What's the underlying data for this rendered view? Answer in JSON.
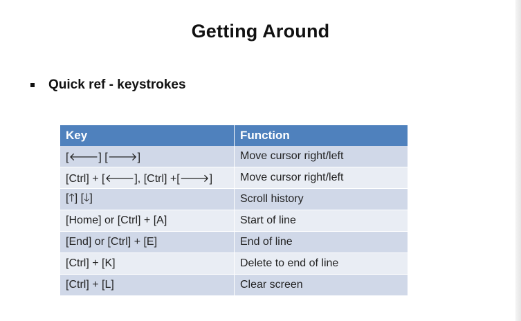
{
  "slide": {
    "title": "Getting Around",
    "bullet": "Quick ref - keystrokes"
  },
  "table": {
    "headers": [
      "Key",
      "Function"
    ],
    "rows": [
      {
        "key": "[🡐] [🡒]",
        "function": "Move cursor right/left"
      },
      {
        "key": "[Ctrl] + [🡐], [Ctrl] +[🡒]",
        "function": "Move cursor right/left"
      },
      {
        "key": "[🡑] [🡓]",
        "function": "Scroll history"
      },
      {
        "key": "[Home] or [Ctrl] + [A]",
        "function": "Start of line"
      },
      {
        "key": "[End] or [Ctrl] + [E]",
        "function": "End of line"
      },
      {
        "key": "[Ctrl] + [K]",
        "function": "Delete to end of line"
      },
      {
        "key": "[Ctrl] + [L]",
        "function": "Clear screen"
      }
    ]
  },
  "colors": {
    "header": "#4f81bd",
    "row_odd": "#d0d8e8",
    "row_even": "#e9edf4"
  }
}
